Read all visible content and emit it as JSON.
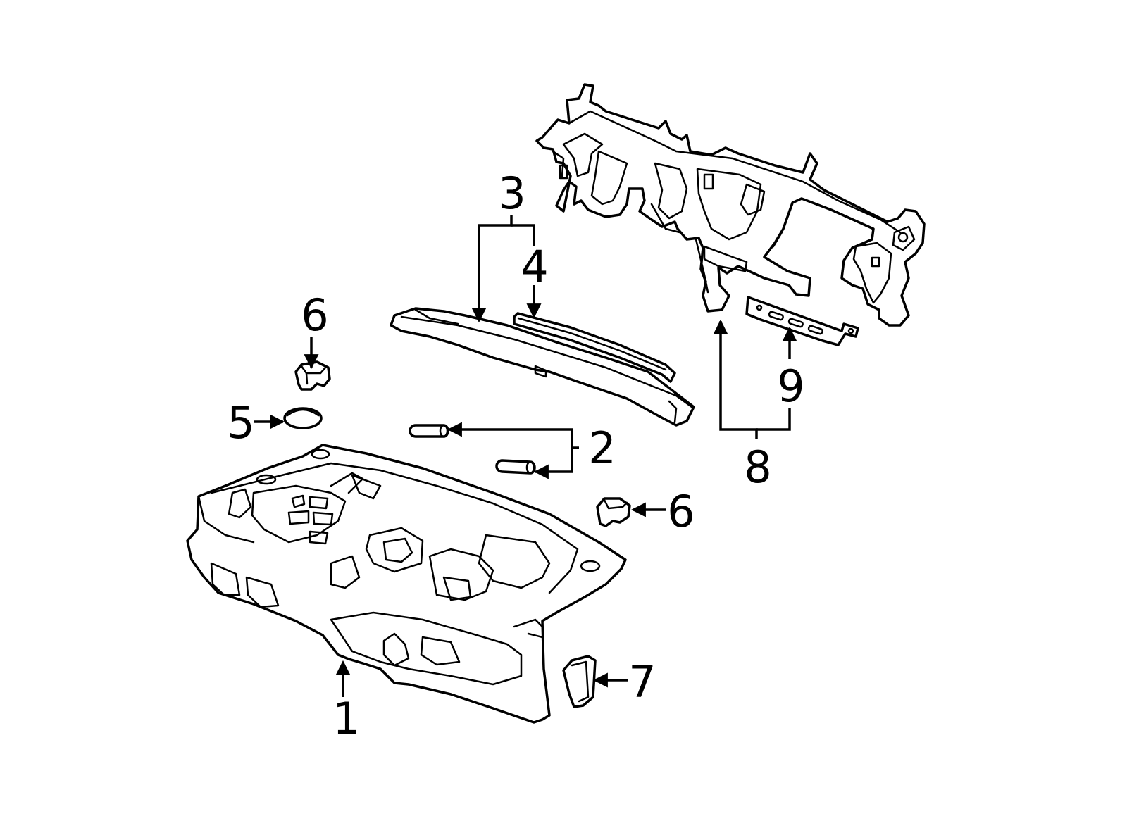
{
  "callouts": {
    "c1": "1",
    "c2": "2",
    "c3": "3",
    "c4": "4",
    "c5": "5",
    "c6a": "6",
    "c6b": "6",
    "c7": "7",
    "c8": "8",
    "c9": "9"
  },
  "colors": {
    "line": "#000000",
    "background": "#ffffff"
  }
}
